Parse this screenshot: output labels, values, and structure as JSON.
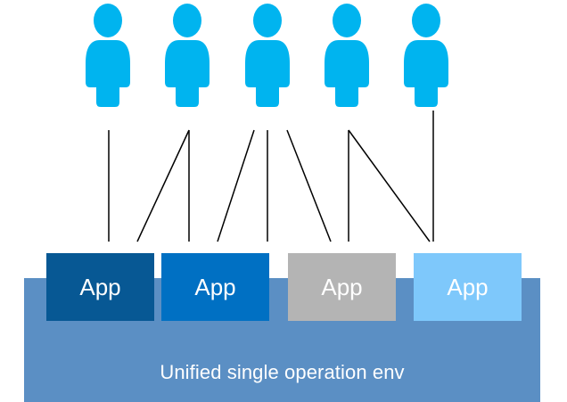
{
  "colors": {
    "person": "#00b4ef",
    "connector": "#000000",
    "platform": "#5b8fc4",
    "app_1": "#075894",
    "app_2": "#0070c3",
    "app_3": "#b4b4b4",
    "app_4": "#7ec8fb",
    "label_text": "#ffffff"
  },
  "users": [
    {
      "icon": "person-icon"
    },
    {
      "icon": "person-icon"
    },
    {
      "icon": "person-icon"
    },
    {
      "icon": "person-icon"
    },
    {
      "icon": "person-icon"
    }
  ],
  "apps": [
    {
      "label": "App"
    },
    {
      "label": "App"
    },
    {
      "label": "App"
    },
    {
      "label": "App"
    }
  ],
  "platform": {
    "label": "Unified single operation env"
  },
  "connections": [
    {
      "user": 1,
      "app": 1
    },
    {
      "user": 2,
      "app": 1
    },
    {
      "user": 2,
      "app": 2
    },
    {
      "user": 3,
      "app": 2
    },
    {
      "user": 3,
      "app": 2
    },
    {
      "user": 3,
      "app": 3
    },
    {
      "user": 4,
      "app": 3
    },
    {
      "user": 4,
      "app": 4
    },
    {
      "user": 5,
      "app": 4
    }
  ]
}
